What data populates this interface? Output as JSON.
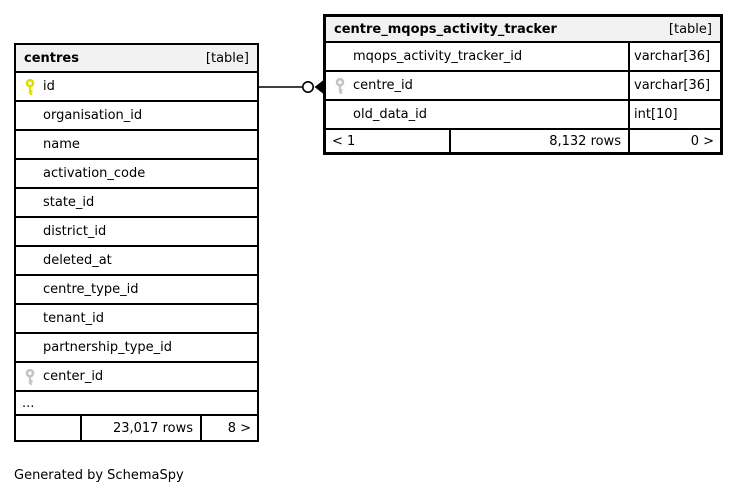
{
  "diagram": {
    "generated_by": "Generated by SchemaSpy"
  },
  "tables": {
    "centres": {
      "title": "centres",
      "badge": "[table]",
      "columns": [
        {
          "name": "id",
          "key": "primary"
        },
        {
          "name": "organisation_id"
        },
        {
          "name": "name"
        },
        {
          "name": "activation_code"
        },
        {
          "name": "state_id"
        },
        {
          "name": "district_id"
        },
        {
          "name": "deleted_at"
        },
        {
          "name": "centre_type_id"
        },
        {
          "name": "tenant_id"
        },
        {
          "name": "partnership_type_id"
        },
        {
          "name": "center_id",
          "key": "foreign"
        }
      ],
      "ellipsis": "...",
      "footer": {
        "left": "",
        "rows": "23,017 rows",
        "right": "8 >"
      }
    },
    "tracker": {
      "title": "centre_mqops_activity_tracker",
      "badge": "[table]",
      "columns": [
        {
          "name": "mqops_activity_tracker_id",
          "type": "varchar[36]"
        },
        {
          "name": "centre_id",
          "type": "varchar[36]",
          "key": "foreign"
        },
        {
          "name": "old_data_id",
          "type": "int[10]"
        }
      ],
      "footer": {
        "left": "< 1",
        "rows": "8,132 rows",
        "right": "0 >"
      }
    }
  },
  "relationship": {
    "from": "centres.id",
    "to": "centre_mqops_activity_tracker.centre_id"
  },
  "colors": {
    "primary_key_color": "#dede00",
    "foreign_key_color": "#c4c4c4",
    "header_bg": "#f2f2f2",
    "border_color": "#000000"
  }
}
